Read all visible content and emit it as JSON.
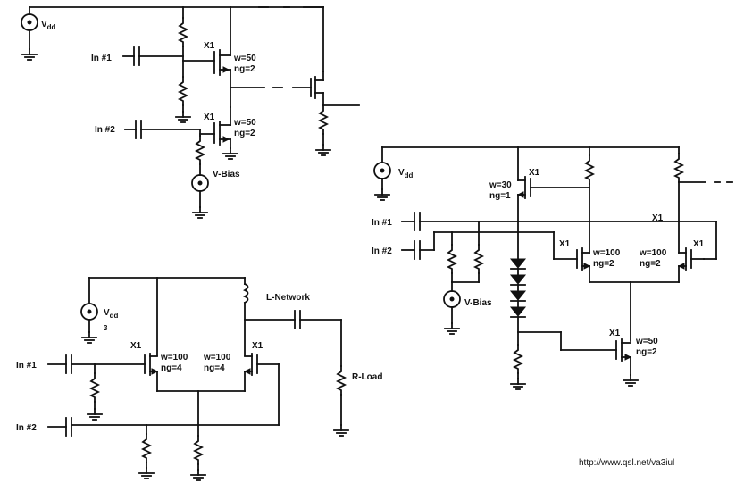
{
  "circuit1": {
    "vdd": "V",
    "vdd_sub": "dd",
    "in1": "In #1",
    "in2": "In #2",
    "q1": {
      "ref": "X1",
      "w": "w=50",
      "ng": "ng=2"
    },
    "q2": {
      "ref": "X1",
      "w": "w=50",
      "ng": "ng=2"
    },
    "vbias": "V-Bias"
  },
  "circuit2": {
    "vdd": "V",
    "vdd_sub": "dd",
    "vdd_num": "3",
    "in1": "In #1",
    "in2": "In #2",
    "q1": {
      "ref": "X1",
      "w": "w=100",
      "ng": "ng=4"
    },
    "q2": {
      "ref": "X1",
      "w": "w=100",
      "ng": "ng=4"
    },
    "lnet": "L-Network",
    "rload": "R-Load"
  },
  "circuit3": {
    "vdd": "V",
    "vdd_sub": "dd",
    "in1": "In #1",
    "in2": "In #2",
    "qtop": {
      "ref": "X1",
      "w": "w=30",
      "ng": "ng=1"
    },
    "x1_top": "X1",
    "q1": {
      "ref": "X1",
      "w": "w=100",
      "ng": "ng=2"
    },
    "q2": {
      "ref": "X1",
      "w": "w=100",
      "ng": "ng=2"
    },
    "q3": {
      "ref": "X1",
      "w": "w=50",
      "ng": "ng=2"
    },
    "vbias": "V-Bias"
  },
  "footer": {
    "url": "http://www.qsl.net/va3iul"
  }
}
